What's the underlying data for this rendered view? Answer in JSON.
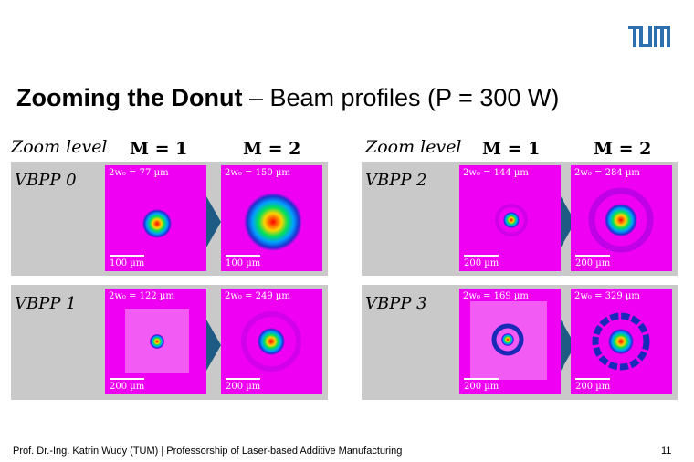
{
  "logo_text": "TUM",
  "title": {
    "bold": "Zooming the Donut",
    "rest": " – Beam profiles (P = 300 W)"
  },
  "headers": {
    "zoom_level": "Zoom level",
    "m1": "M = 1",
    "m2": "M = 2"
  },
  "rows": [
    {
      "label": "VBPP 0",
      "m1": {
        "width": "2w₀ = 77 µm",
        "scale": "100 µm"
      },
      "m2": {
        "width": "2w₀ = 150 µm",
        "scale": "100 µm"
      }
    },
    {
      "label": "VBPP 1",
      "m1": {
        "width": "2w₀ = 122 µm",
        "scale": "200 µm"
      },
      "m2": {
        "width": "2w₀ = 249 µm",
        "scale": "200 µm"
      }
    },
    {
      "label": "VBPP 2",
      "m1": {
        "width": "2w₀ = 144 µm",
        "scale": "200 µm"
      },
      "m2": {
        "width": "2w₀ = 284 µm",
        "scale": "200 µm"
      }
    },
    {
      "label": "VBPP 3",
      "m1": {
        "width": "2w₀ = 169 µm",
        "scale": "200 µm"
      },
      "m2": {
        "width": "2w₀ = 329 µm",
        "scale": "200 µm"
      }
    }
  ],
  "colors": {
    "image_background": "#ef00f2",
    "panel": "#c9c9c9",
    "arrow": "#1d5b84",
    "logo": "#2e6fad"
  },
  "footer": "Prof. Dr.-Ing. Katrin Wudy (TUM) | Professorship of Laser-based Additive Manufacturing",
  "page_number": "11"
}
